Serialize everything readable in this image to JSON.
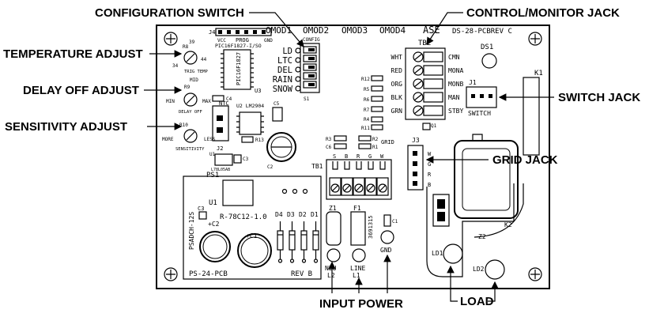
{
  "callouts": {
    "configuration_switch": "CONFIGURATION SWITCH",
    "control_monitor_jack": "CONTROL/MONITOR JACK",
    "temperature_adjust": "TEMPERATURE ADJUST",
    "delay_off_adjust": "DELAY OFF ADJUST",
    "sensitivity_adjust": "SENSITIVITY ADJUST",
    "switch_jack": "SWITCH JACK",
    "grid_jack": "GRID JACK",
    "input_power": "INPUT POWER",
    "load": "LOAD"
  },
  "board": {
    "top_marks": [
      "OMOD1",
      "OMOD2",
      "OMOD3",
      "OMOD4"
    ],
    "ase": "ASE",
    "rev": "DS-28-PCBREV C",
    "ds1": "DS1",
    "k1": "K1",
    "k2": "K2",
    "z1": "Z1",
    "z2": "Z2",
    "f1": "F1",
    "ps1": "PS1",
    "u1": "U1",
    "reg": "R-78C12-1.0",
    "psadch": "PSADCH-12S",
    "ps_pcb": "PS-24-PCB",
    "rev_b": "REV B",
    "c3": "C3",
    "c2": "+C2",
    "c1": "+C1",
    "diodes": [
      "D4",
      "D3",
      "D2",
      "D1"
    ],
    "neu": "NEU",
    "l2": "L2",
    "line": "LINE",
    "l1": "L1",
    "gnd": "GND",
    "ld1": "LD1",
    "ld2": "LD2",
    "fuse_no": "3691315",
    "c1_small": "C1",
    "j4": "J4",
    "vcc": "VCC",
    "prog": "PROG",
    "gnd_hdr": "GND",
    "pic": "PIC16F1827-I/SO",
    "u3": "U3",
    "pic_body": "PIC16F1827",
    "config": "CONFIG",
    "s1": "S1",
    "cfg_labels": [
      "LD",
      "LTC",
      "DEL",
      "RAIN",
      "SNOW"
    ],
    "tb2": "TB2",
    "tb2_left": [
      "WHT",
      "RED",
      "ORG",
      "BLK",
      "GRN"
    ],
    "tb2_right": [
      "CMN",
      "MONA",
      "MONB",
      "MAN",
      "STBY"
    ],
    "resistors_left": [
      "R12",
      "R5",
      "R6",
      "R7",
      "R4",
      "R11"
    ],
    "j1": "J1",
    "switch": "SWITCH",
    "r8": "R8",
    "n39": "39",
    "n44": "44",
    "n34": "34",
    "trig_temp": "TRIG TEMP",
    "r9": "R9",
    "mid": "MID",
    "min": "MIN",
    "max": "MAX",
    "delay_off": "DELAY OFF",
    "r10": "R10",
    "more": "MORE",
    "less": "LESS",
    "sensitivity": "SENSITIVITY",
    "ntc": "NTC",
    "c4": "C4",
    "j2": "J2",
    "u2": "U2 LM2904",
    "c5": "C5",
    "r13": "R13",
    "u1b": "U1",
    "l78": "L78L05AB",
    "c3b": "C3",
    "c2b": "C2",
    "r3": "R3",
    "c6": "C6",
    "r2": "R2",
    "r1": "R1",
    "q1": "Q1",
    "grid": "GRID",
    "tb1": "TB1",
    "tb1_labels": [
      "S",
      "B",
      "R",
      "G",
      "W"
    ],
    "j3": "J3",
    "j3_labels": [
      "W",
      "G",
      "R",
      "B"
    ]
  }
}
